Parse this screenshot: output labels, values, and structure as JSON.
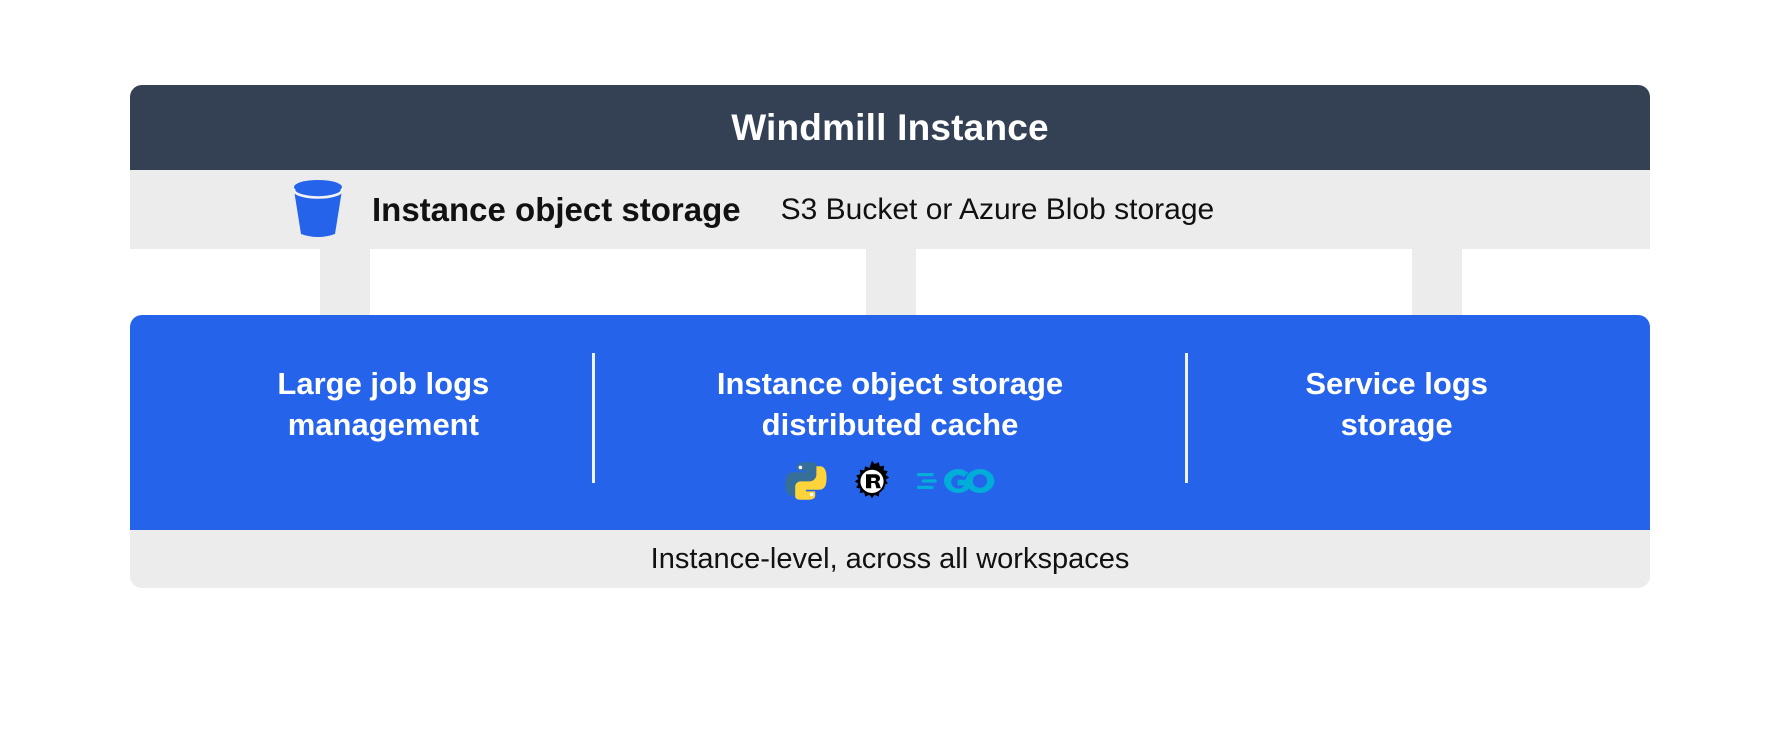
{
  "header": {
    "title": "Windmill Instance"
  },
  "storage_row": {
    "icon": "s3-bucket-icon",
    "title": "Instance object storage",
    "subtitle": "S3 Bucket or Azure Blob storage"
  },
  "panel": {
    "columns": [
      {
        "label": "Large job logs\nmanagement",
        "languages": []
      },
      {
        "label": "Instance object storage\ndistributed cache",
        "languages": [
          "python-logo-icon",
          "rust-logo-icon",
          "go-logo-icon"
        ]
      },
      {
        "label": "Service logs\nstorage",
        "languages": []
      }
    ]
  },
  "footer": {
    "text": "Instance-level, across all workspaces"
  },
  "colors": {
    "header_bg": "#344154",
    "row_bg": "#ececec",
    "panel_bg": "#2563EB",
    "arrow": "#ececec",
    "text_light": "#ffffff",
    "text_dark": "#111111",
    "bucket_blue": "#2563EB",
    "python_blue": "#366F9A",
    "python_yellow": "#FFD43B",
    "rust_black": "#000000",
    "go_cyan": "#00ADD8"
  }
}
